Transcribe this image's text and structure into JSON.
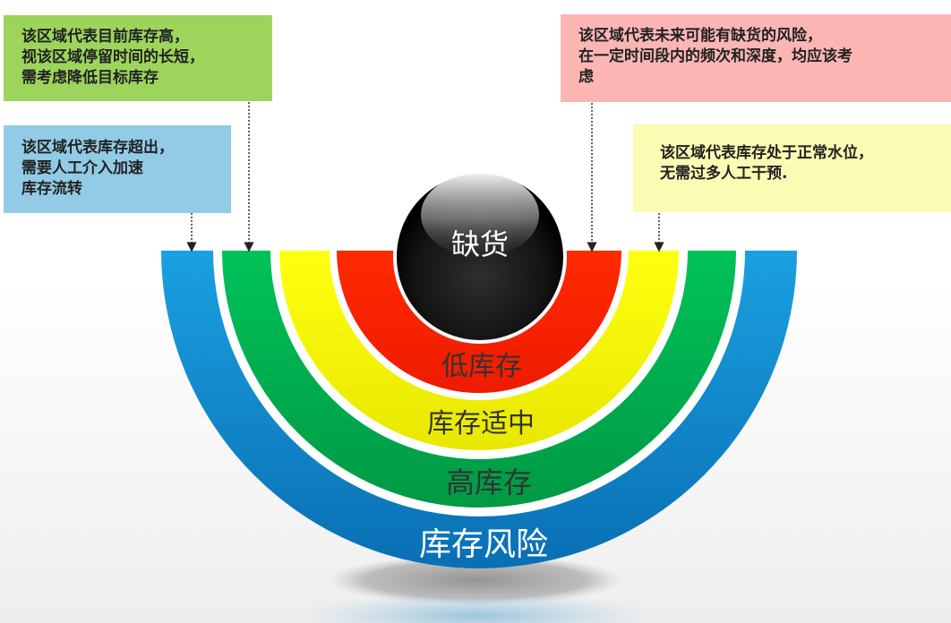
{
  "notes": {
    "green": "该区域代表目前库存高，\n视该区域停留时间的长短，\n需考虑降低目标库存",
    "blue": "该区域代表库存超出，\n需要人工介入加速\n库存流转",
    "pink": "该区域代表未来可能有缺货的风险，\n在一定时间段内的频次和深度，均应该考\n虑",
    "yellow": "该区域代表库存处于正常水位，\n无需过多人工干预."
  },
  "bands": {
    "outer": "库存风险",
    "high": "高库存",
    "normal": "库存适中",
    "low": "低库存"
  },
  "center": {
    "label": "缺货"
  },
  "colors": {
    "blue": "#0b8fd3",
    "green": "#00b050",
    "yellow": "#f2f200",
    "red": "#ff2200",
    "sphere": "#111111",
    "note_green": "#9dd45c",
    "note_blue": "#92cbe6",
    "note_pink": "#fbb6b4",
    "note_yellow": "#fbfbb4"
  }
}
